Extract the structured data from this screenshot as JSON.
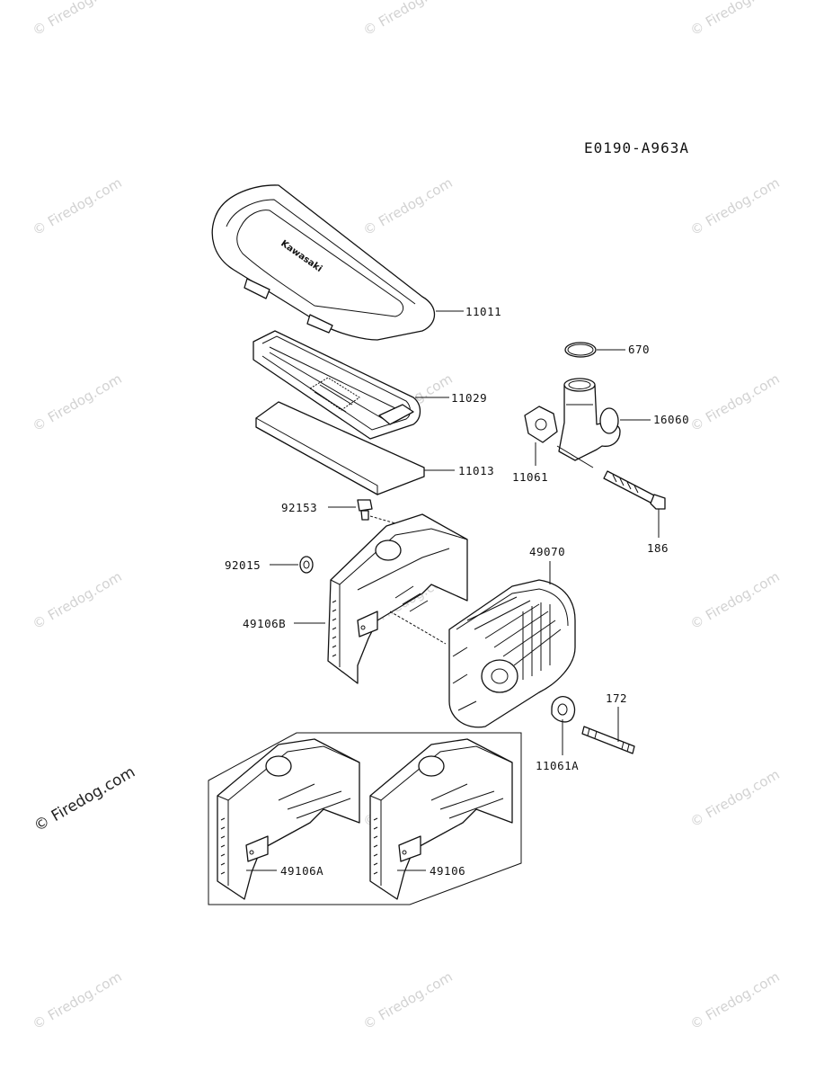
{
  "diagram_code": "E0190-A963A",
  "brand_mark": "Kawasaki",
  "watermark_text": "© Firedog.com",
  "parts": {
    "p11011": "11011",
    "p11029": "11029",
    "p11013": "11013",
    "p670": "670",
    "p16060": "16060",
    "p11061": "11061",
    "p186": "186",
    "p92153": "92153",
    "p92015": "92015",
    "p49070": "49070",
    "p49106B": "49106B",
    "p172": "172",
    "p11061A": "11061A",
    "p49106A": "49106A",
    "p49106": "49106"
  }
}
